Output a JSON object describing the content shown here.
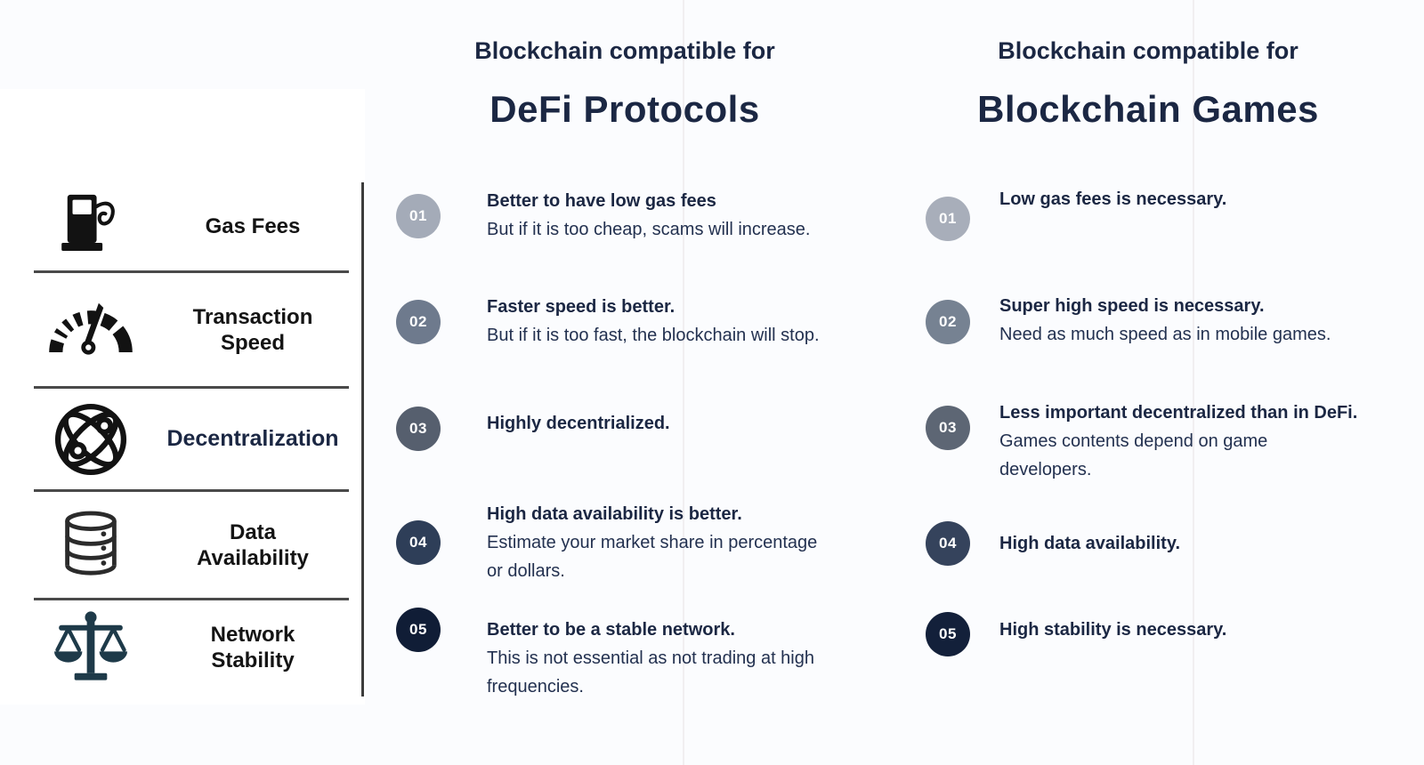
{
  "page": {
    "background_color": "#fbfcfe",
    "accent_navy": "#1b2743",
    "panel_color": "#ffffff"
  },
  "criteria_panel": {
    "items": [
      {
        "icon": "gas-pump-icon",
        "label": "Gas Fees",
        "icon_color": "#121212"
      },
      {
        "icon": "speedometer-icon",
        "label": "Transaction\nSpeed",
        "icon_color": "#121212"
      },
      {
        "icon": "globe-network-icon",
        "label": "Decentralization",
        "icon_color": "#121212",
        "highlighted": true
      },
      {
        "icon": "database-icon",
        "label": "Data\nAvailability",
        "icon_color": "#2b2b2b"
      },
      {
        "icon": "balance-scale-icon",
        "label": "Network\nStability",
        "icon_color": "#1e3a49"
      }
    ]
  },
  "columns": [
    {
      "id": "defi",
      "subtitle": "Blockchain compatible for",
      "title": "DeFi Protocols",
      "items": [
        {
          "number": "01",
          "color": "#a4abb8",
          "title": "Better to have low gas fees",
          "body": "But if it is too cheap, scams will increase."
        },
        {
          "number": "02",
          "color": "#6e7a8d",
          "title": "Faster speed is better.",
          "body": "But if it is too fast, the blockchain will stop."
        },
        {
          "number": "03",
          "color": "#565f6e",
          "title": "Highly decentrialized.",
          "body": ""
        },
        {
          "number": "04",
          "color": "#2e3e58",
          "title": "High data availability is better.",
          "body": "Estimate your market share in percentage\nor dollars."
        },
        {
          "number": "05",
          "color": "#101d36",
          "title": "Better to be a stable network.",
          "body": "This is not essential as not trading at high\nfrequencies."
        }
      ]
    },
    {
      "id": "games",
      "subtitle": "Blockchain compatible for",
      "title": "Blockchain Games",
      "items": [
        {
          "number": "01",
          "color": "#a8aeba",
          "title": "Low gas fees is necessary.",
          "body": ""
        },
        {
          "number": "02",
          "color": "#76markdown8292",
          "title": "Super high speed is necessary.",
          "body": "Need as much speed as in mobile games."
        },
        {
          "number": "03",
          "color": "#5d6674",
          "title": "Less important decentralized than in DeFi.",
          "body": "Games contents depend on game\ndevelopers."
        },
        {
          "number": "04",
          "color": "#35435c",
          "title": "High data availability.",
          "body": ""
        },
        {
          "number": "05",
          "color": "#13203a",
          "title": "High stability is necessary.",
          "body": ""
        }
      ]
    }
  ]
}
